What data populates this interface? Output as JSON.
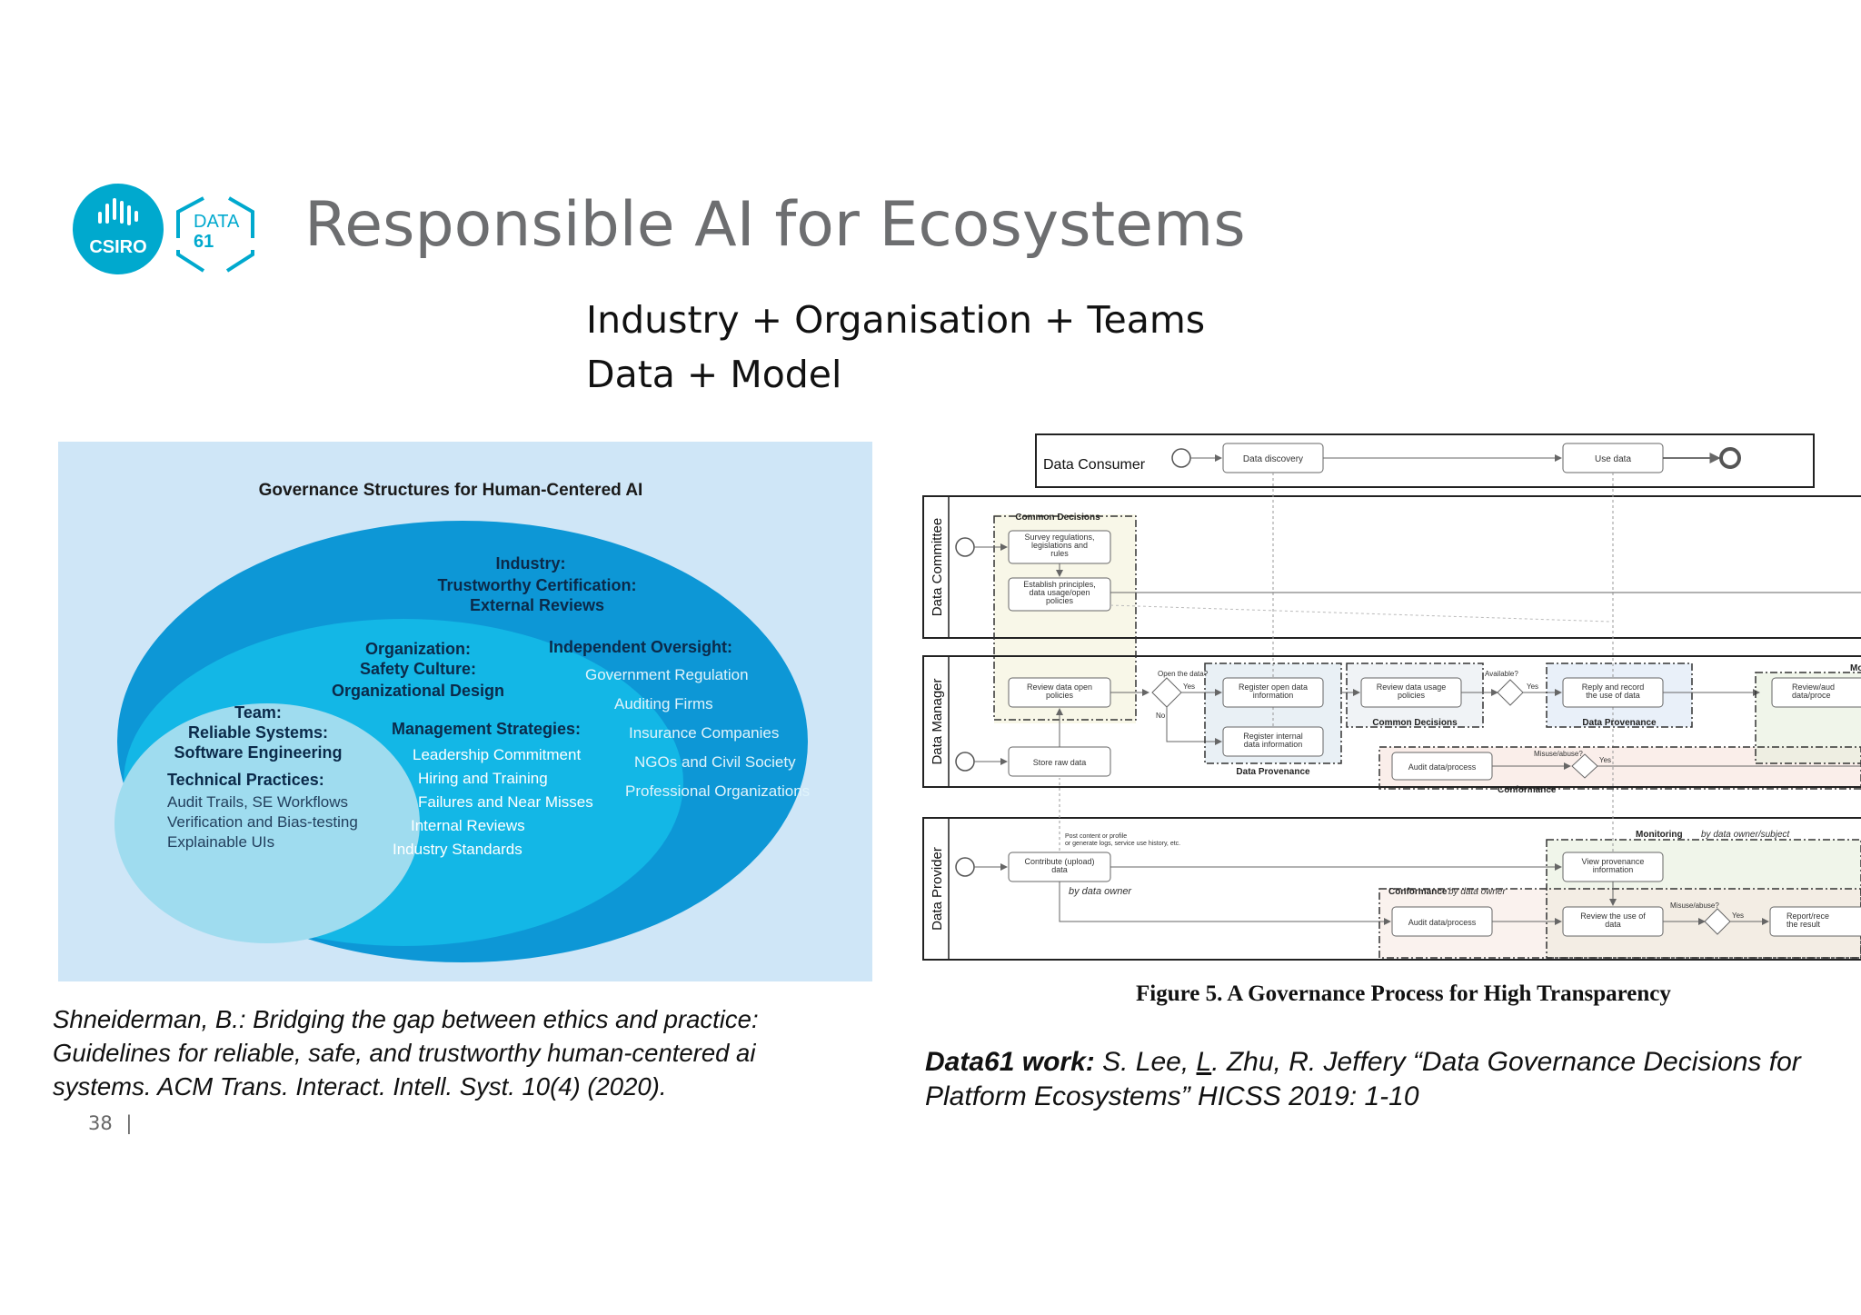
{
  "slide": {
    "title": "Responsible AI for Ecosystems",
    "subtitle_line1": "Industry + Organisation + Teams",
    "subtitle_line2": "Data + Model",
    "page_number": "38",
    "page_sep": "|"
  },
  "logos": {
    "csiro": "CSIRO",
    "data61_top": "DATA",
    "data61_bottom": "61"
  },
  "governance": {
    "title": "Governance Structures for Human-Centered AI",
    "industry_heading": "Industry:",
    "industry_line1": "Trustworthy Certification:",
    "industry_line2": "External Reviews",
    "oversight_heading": "Independent Oversight:",
    "oversight_items": [
      "Government Regulation",
      "Auditing Firms",
      "Insurance Companies",
      "NGOs and Civil Society",
      "Professional Organizations"
    ],
    "org_heading": "Organization:",
    "org_line1": "Safety Culture:",
    "org_line2": "Organizational Design",
    "mgmt_heading": "Management Strategies:",
    "mgmt_items": [
      "Leadership Commitment",
      "Hiring and Training",
      "Failures and Near Misses",
      "Internal Reviews",
      "Industry Standards"
    ],
    "team_heading": "Team:",
    "team_line1": "Reliable Systems:",
    "team_line2": "Software Engineering",
    "tech_heading": "Technical Practices:",
    "tech_items": [
      "Audit Trails, SE Workflows",
      "Verification and Bias-testing",
      "Explainable UIs"
    ]
  },
  "citation_left": {
    "line1": "Shneiderman, B.: Bridging the gap between ethics and practice:",
    "line2": "Guidelines for reliable, safe, and trustworthy human-centered ai",
    "line3": "systems. ACM Trans. Interact. Intell. Syst. 10(4) (2020)."
  },
  "process": {
    "consumer_lane": "Data Consumer",
    "committee_lane": "Data Committee",
    "manager_lane": "Data Manager",
    "provider_lane": "Data Provider",
    "data_discovery": "Data discovery",
    "use_data": "Use data",
    "common_decisions": "Common Decisions",
    "survey": [
      "Survey regulations,",
      "legislations and",
      "rules"
    ],
    "establish": [
      "Establish principles,",
      "data usage/open",
      "policies"
    ],
    "review_open": [
      "Review data open",
      "policies"
    ],
    "open_q": "Open the data?",
    "yes": "Yes",
    "no": "No",
    "register_open": [
      "Register open data",
      "information"
    ],
    "register_internal": [
      "Register internal",
      "data information"
    ],
    "data_provenance": "Data Provenance",
    "review_usage": [
      "Review data usage",
      "policies"
    ],
    "available_q": "Available?",
    "reply_record": [
      "Reply and record",
      "the use of data"
    ],
    "review_audit": [
      "Review/aud",
      "data/proce"
    ],
    "mo": "Mo",
    "store_raw": "Store raw data",
    "audit": "Audit data/process",
    "misuse_q": "Misuse/abuse?",
    "conformance": "Conformance",
    "post_note": [
      "Post content or profile",
      "or generate logs, service use history, etc."
    ],
    "contribute": [
      "Contribute (upload)",
      "data"
    ],
    "by_owner": "by data owner",
    "monitoring": "Monitoring",
    "monitoring_by": "by data owner/subject",
    "view_prov": [
      "View provenance",
      "information"
    ],
    "conformance_by": "by data owner",
    "review_use": [
      "Review the use of",
      "data"
    ],
    "report": [
      "Report/rece",
      "the result"
    ]
  },
  "figure_caption": "Figure 5. A Governance Process for High Transparency",
  "citation_right": {
    "bold": "Data61 work:",
    "line1_rest": " S. Lee, ",
    "underlined": "L",
    "line1_rest2": ". Zhu, R. Jeffery “Data Governance Decisions for",
    "line2": "Platform Ecosystems” HICSS 2019: 1-10"
  }
}
